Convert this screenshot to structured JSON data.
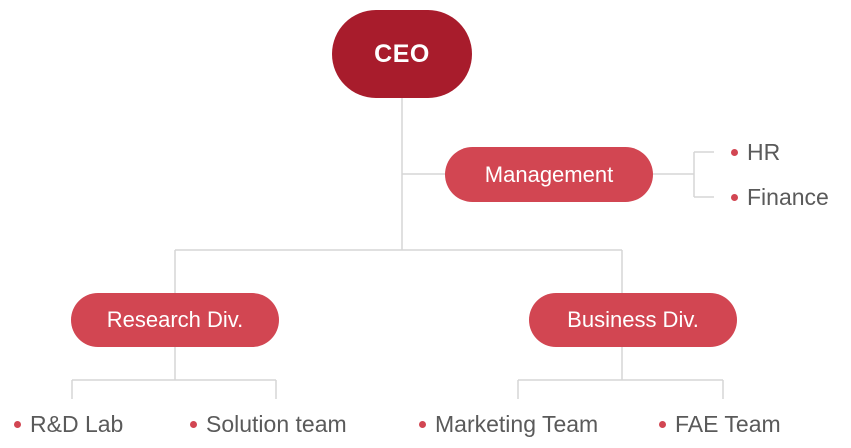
{
  "org": {
    "ceo": "CEO",
    "management": {
      "label": "Management",
      "children": [
        "HR",
        "Finance"
      ]
    },
    "research": {
      "label": "Research Div.",
      "children": [
        "R&D Lab",
        "Solution team"
      ]
    },
    "business": {
      "label": "Business Div.",
      "children": [
        "Marketing Team",
        "FAE Team"
      ]
    }
  },
  "colors": {
    "root": "#a81c2c",
    "node": "#d24652",
    "bullet": "#d24652",
    "line": "#d6d6d6",
    "leaf_text": "#5a5a5a"
  }
}
